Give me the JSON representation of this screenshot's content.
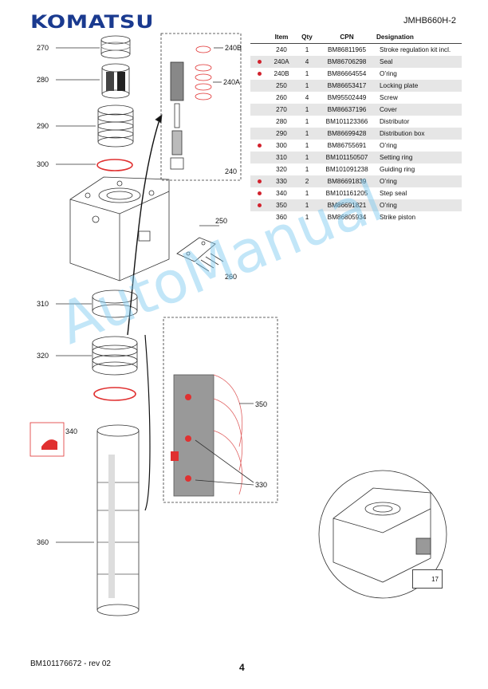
{
  "header": {
    "logo": "KOMATSU",
    "model": "JMHB660H-2"
  },
  "table": {
    "headers": [
      "",
      "Item",
      "Qty",
      "CPN",
      "Designation"
    ],
    "rows": [
      {
        "marker": false,
        "item": "240",
        "qty": "1",
        "cpn": "BM86811965",
        "designation": "Stroke regulation kit incl."
      },
      {
        "marker": true,
        "item": "240A",
        "qty": "4",
        "cpn": "BM86706298",
        "designation": "Seal"
      },
      {
        "marker": true,
        "item": "240B",
        "qty": "1",
        "cpn": "BM86664554",
        "designation": "O’ring"
      },
      {
        "marker": false,
        "item": "250",
        "qty": "1",
        "cpn": "BM86653417",
        "designation": "Locking plate"
      },
      {
        "marker": false,
        "item": "260",
        "qty": "4",
        "cpn": "BM95502449",
        "designation": "Screw"
      },
      {
        "marker": false,
        "item": "270",
        "qty": "1",
        "cpn": "BM86637196",
        "designation": "Cover"
      },
      {
        "marker": false,
        "item": "280",
        "qty": "1",
        "cpn": "BM101123366",
        "designation": "Distributor"
      },
      {
        "marker": false,
        "item": "290",
        "qty": "1",
        "cpn": "BM86699428",
        "designation": "Distribution box"
      },
      {
        "marker": true,
        "item": "300",
        "qty": "1",
        "cpn": "BM86755691",
        "designation": "O’ring"
      },
      {
        "marker": false,
        "item": "310",
        "qty": "1",
        "cpn": "BM101150507",
        "designation": "Setting ring"
      },
      {
        "marker": false,
        "item": "320",
        "qty": "1",
        "cpn": "BM101091238",
        "designation": "Guiding ring"
      },
      {
        "marker": true,
        "item": "330",
        "qty": "2",
        "cpn": "BM86691839",
        "designation": "O’ring"
      },
      {
        "marker": true,
        "item": "340",
        "qty": "1",
        "cpn": "BM101161205",
        "designation": "Step seal"
      },
      {
        "marker": true,
        "item": "350",
        "qty": "1",
        "cpn": "BM86691821",
        "designation": "O’ring"
      },
      {
        "marker": false,
        "item": "360",
        "qty": "1",
        "cpn": "BM86805934",
        "designation": "Strike piston"
      }
    ]
  },
  "callouts": {
    "c270": "270",
    "c280": "280",
    "c290": "290",
    "c300": "300",
    "c310": "310",
    "c320": "320",
    "c340": "340",
    "c360": "360",
    "c240b": "240B",
    "c240a": "240A",
    "c240": "240",
    "c250": "250",
    "c260": "260",
    "c350": "350",
    "c330": "330"
  },
  "reference_page": "17",
  "footer": {
    "doc_ref": "BM101176672 - rev 02",
    "page": "4"
  },
  "watermark": "AutoManual",
  "colors": {
    "marker": "#d2222d",
    "logo": "#1a3a8f",
    "seal_red": "#e03030"
  }
}
